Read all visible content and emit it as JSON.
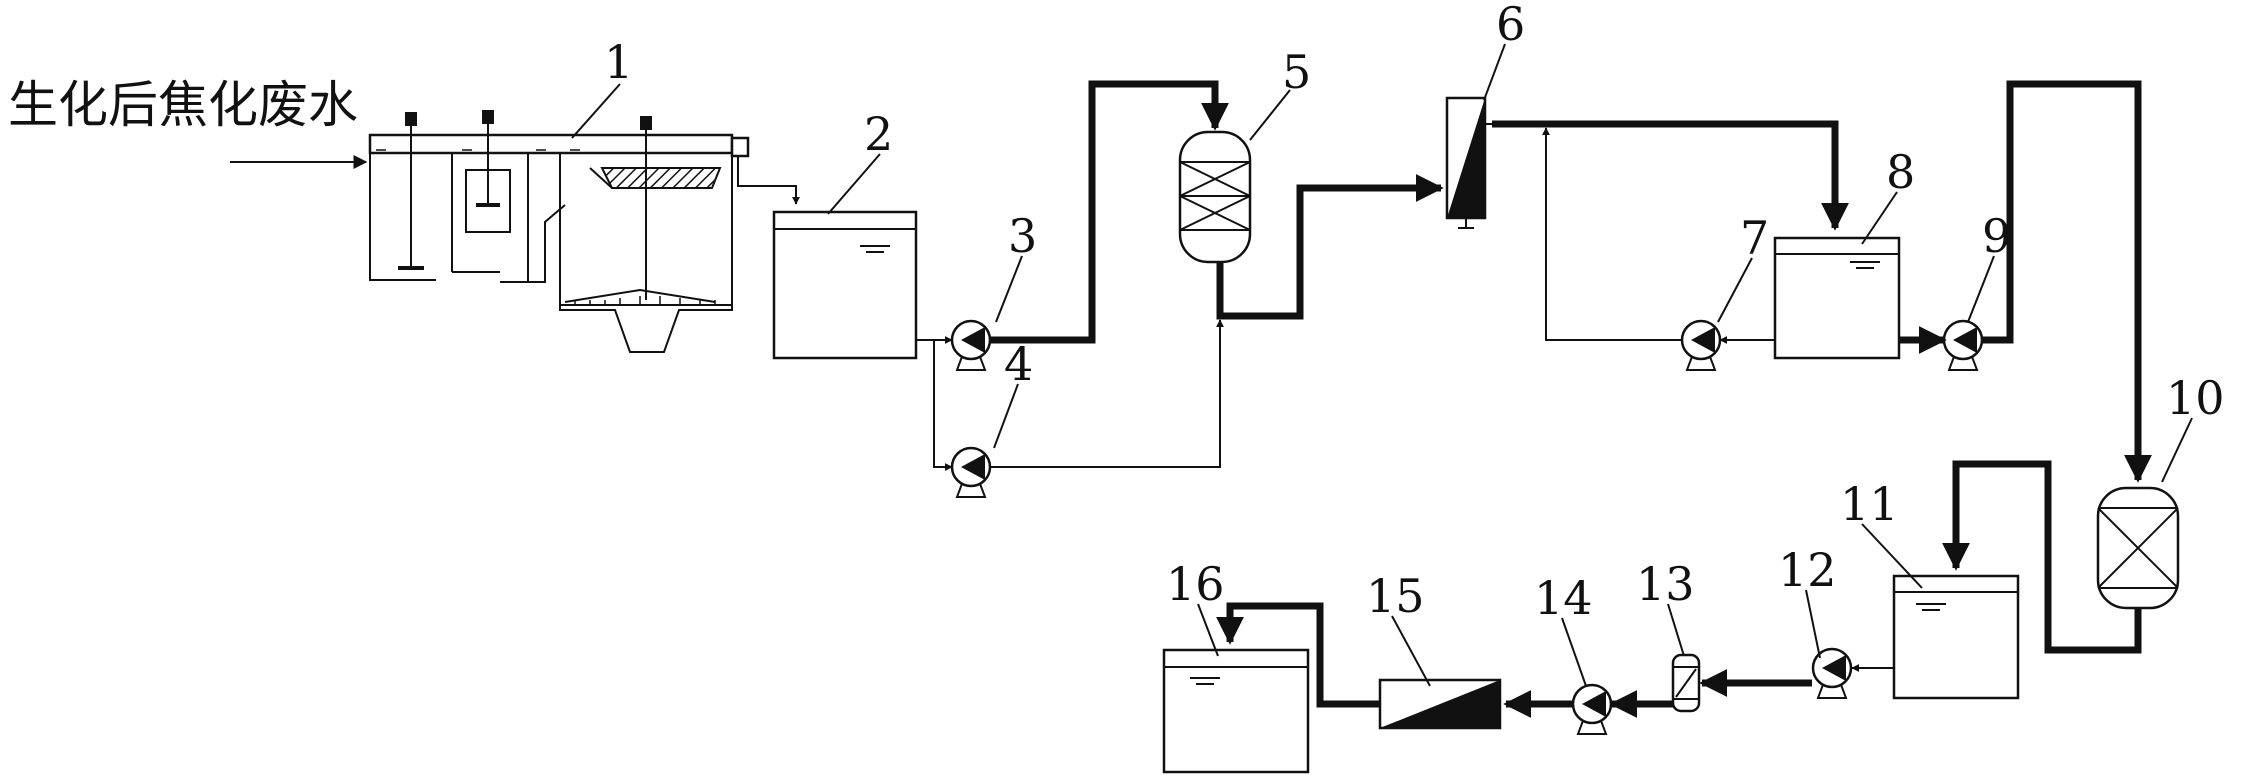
{
  "title": "生化后焦化废水",
  "labels": [
    "1",
    "2",
    "3",
    "4",
    "5",
    "6",
    "7",
    "8",
    "9",
    "10",
    "11",
    "12",
    "13",
    "14",
    "15",
    "16"
  ]
}
